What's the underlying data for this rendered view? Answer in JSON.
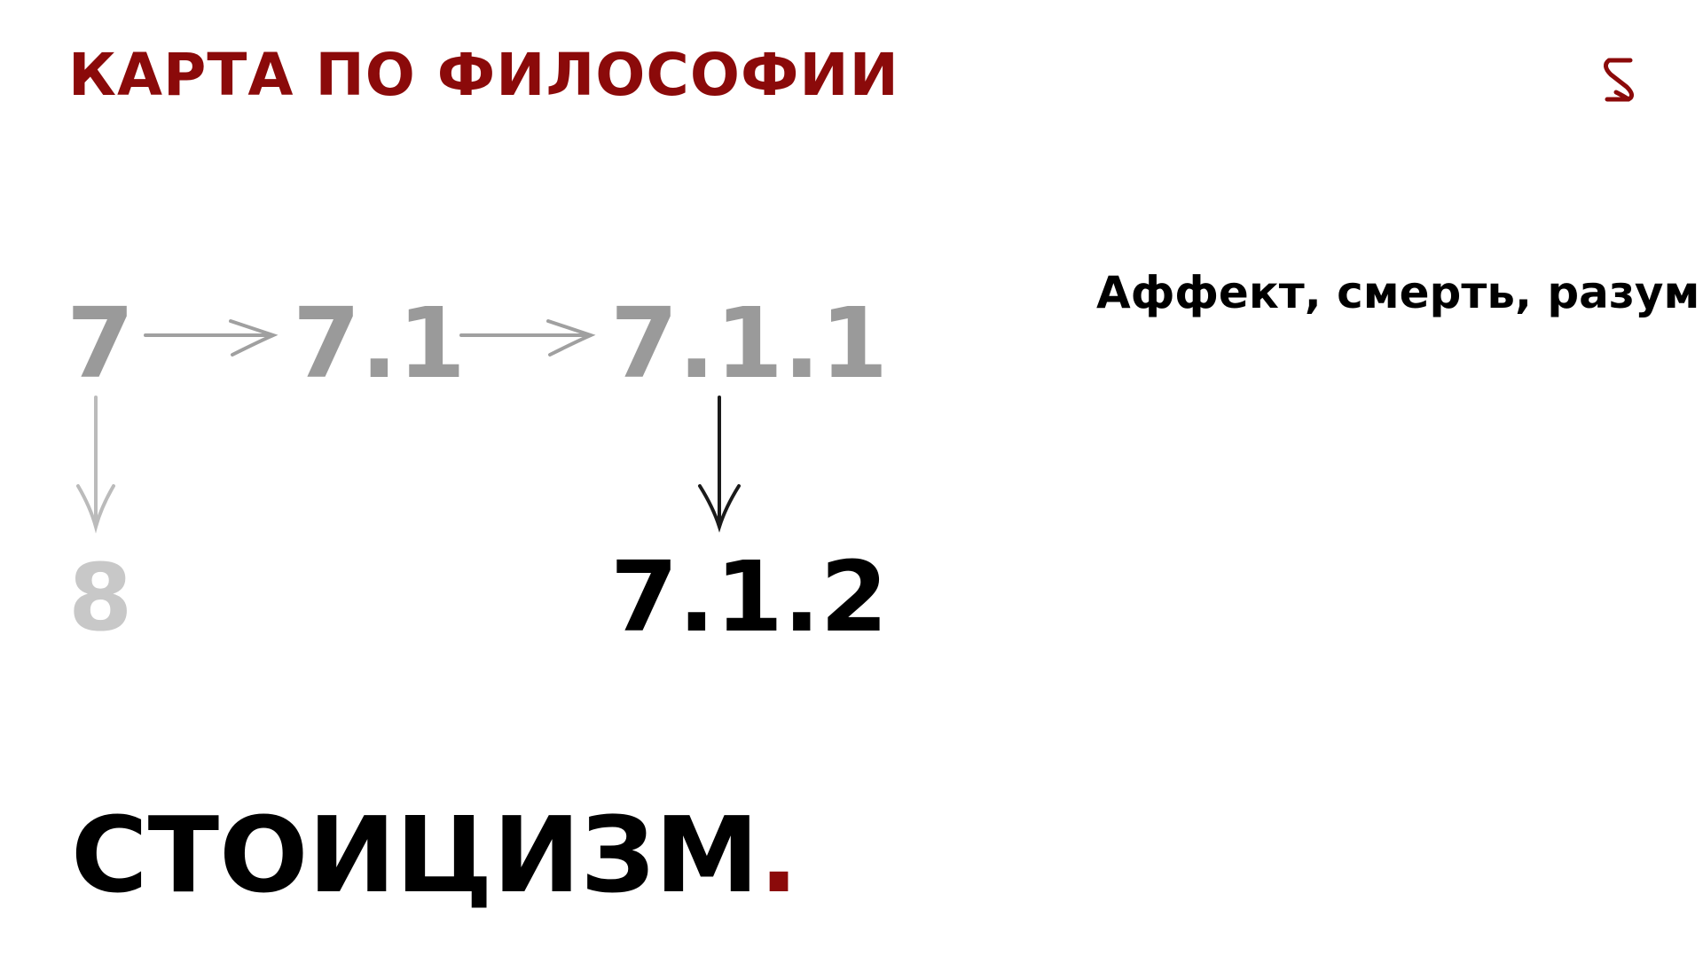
{
  "header": {
    "title": "КАРТА ПО ФИЛОСОФИИ"
  },
  "logo": {
    "icon": "s-logo-icon"
  },
  "subtitle": "Аффект, смерть, разум",
  "nodes": {
    "n7": "7",
    "n7_1": "7.1",
    "n7_1_1": "7.1.1",
    "n8": "8",
    "n7_1_2": "7.1.2"
  },
  "main": {
    "title": "СТОИЦИЗМ",
    "period": "."
  },
  "colors": {
    "accent": "#8b0a0a",
    "text": "#000000",
    "muted": "#9a9a9a",
    "faint": "#c8c8c8",
    "arrow_active": "#1a1a1a",
    "arrow_muted": "#a0a0a0",
    "arrow_faint": "#bbbbbb"
  }
}
